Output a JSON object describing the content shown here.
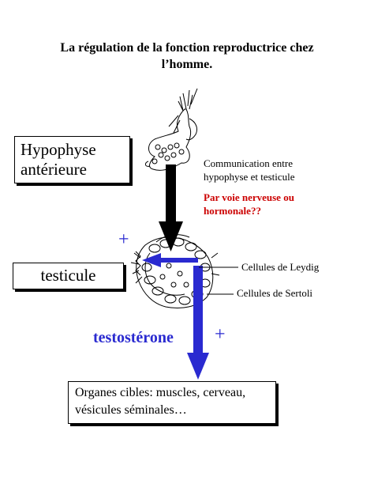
{
  "title": {
    "line1": "La régulation de la fonction reproductrice chez",
    "line2": "l’homme."
  },
  "boxes": {
    "hypophyse_line1": "Hypophyse",
    "hypophyse_line2": "antérieure",
    "testicule": "testicule",
    "organes_line1": "Organes cibles: muscles, cerveau,",
    "organes_line2": "vésicules séminales…"
  },
  "labels": {
    "communication_line1": "Communication entre",
    "communication_line2": "hypophyse et testicule",
    "voie_line1": "Par voie nerveuse ou",
    "voie_line2": "hormonale??",
    "leydig": "Cellules de Leydig",
    "sertoli": "Cellules de Sertoli",
    "testosterone": "testostérone",
    "plus_top": "+",
    "plus_bottom": "+"
  },
  "colors": {
    "hormone_blue": "#2a2ad0",
    "question_red": "#cc0000",
    "signal_black": "#000000"
  },
  "icons": {
    "pituitary": "pituitary-gland-sketch",
    "testis_tissue": "seminiferous-tubule-sketch"
  }
}
